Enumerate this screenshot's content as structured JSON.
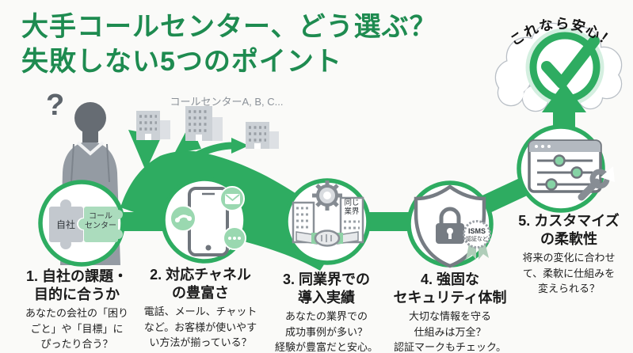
{
  "title": {
    "text": "大手コールセンター、どう選ぶ？\n失敗しない5つのポイント"
  },
  "cloud": {
    "label": "これなら安心！"
  },
  "diagram": {
    "candidates_label": "コールセンターA, B, C...",
    "question_mark": "?",
    "puzzle_left_label": "自社",
    "puzzle_right_label": "コール\nセンター",
    "same_industry_label": "同じ\n業界",
    "isms_line1": "ISMS",
    "isms_line2": "認証など"
  },
  "points": [
    {
      "heading": "1. 自社の課題・\n目的に合うか",
      "body": "あなたの会社の「困り\nごと」や「目標」に\nぴったり合う？"
    },
    {
      "heading": "2. 対応チャネル\nの豊富さ",
      "body": "電話、メール、チャット\nなど。お客様が使いやす\nい方法が揃っている？"
    },
    {
      "heading": "3. 同業界での\n導入実績",
      "body": "あなたの業界での\n成功事例が多い？\n経験が豊富だと安心。"
    },
    {
      "heading": "4. 強固な\nセキュリティ体制",
      "body": "大切な情報を守る\n仕組みは万全？\n認証マークもチェック。"
    },
    {
      "heading": "5. カスタマイズ\nの柔軟性",
      "body": "将来の変化に合わせ\nて、柔軟に仕組みを\n変えられる？"
    }
  ],
  "colors": {
    "title_green": "#1e8b50",
    "flow_green": "#2eac61",
    "light_green": "#a6dcb8",
    "icon_gray": "#8a9097",
    "text": "#1b1b1b",
    "background": "#fafaf8"
  }
}
